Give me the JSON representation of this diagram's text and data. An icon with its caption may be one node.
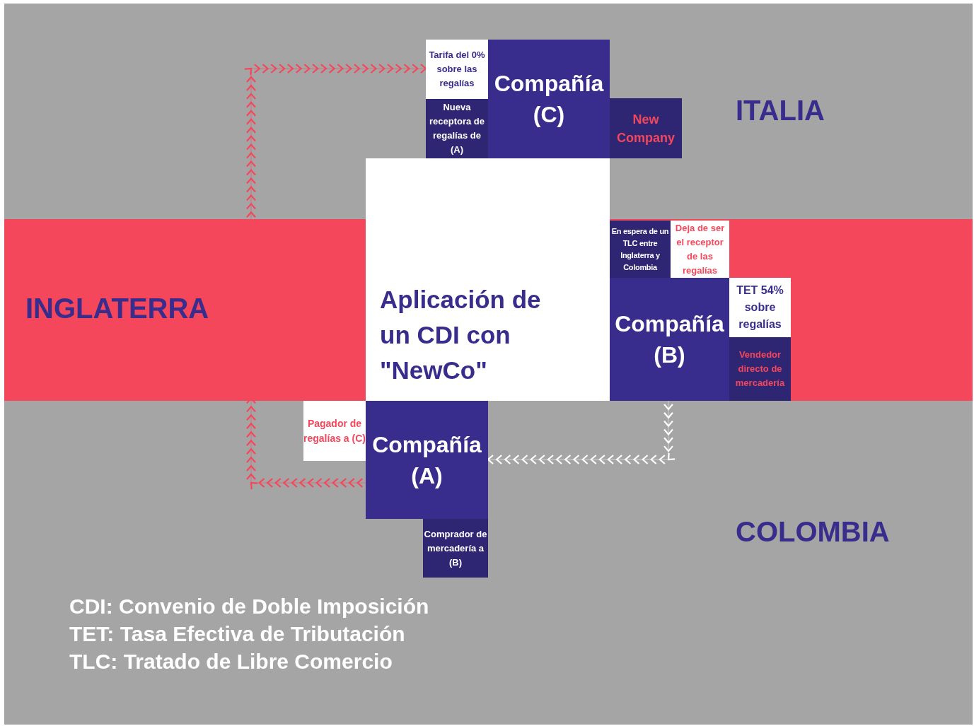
{
  "diagram": {
    "nodes": [
      {
        "text": [
          "INGLATERRA"
        ]
      },
      {
        "text": [
          "Aplicación de un CDI con \"NewCo\""
        ]
      },
      {
        "text": [
          "Compañía (C)"
        ]
      },
      {
        "text": [
          "Tarifa del 0% sobre las regalías"
        ]
      },
      {
        "text": [
          "Nueva receptora de regalías de (A)"
        ]
      },
      {
        "text": [
          "New Company"
        ]
      },
      {
        "text": [
          "En espera de un TLC entre Inglaterra y Colombia"
        ],
        "in": 0
      },
      {
        "text": [
          "Deja de ser el receptor de las regalías"
        ],
        "in": 0
      },
      {
        "text": [
          "Compañía (B)"
        ],
        "in": 0
      },
      {
        "text": [
          "TET 54% sobre regalías"
        ],
        "in": 0
      },
      {
        "text": [
          "Vendedor directo de mercadería"
        ],
        "in": 0
      },
      {
        "text": [
          "Pagador de regalías a (C)"
        ]
      },
      {
        "text": [
          "Compañía (A)"
        ]
      },
      {
        "text": [
          "Comprador de mercadería a (B)"
        ]
      }
    ],
    "edges": [
      {
        "from": 8,
        "to": 12,
        "arrow": "to",
        "color": "#ffffff"
      },
      {
        "from": 12,
        "to": 3,
        "arrow": "to",
        "color": "#f5475b"
      }
    ],
    "labels": [
      "ITALIA",
      "COLOMBIA",
      "CDI: Convenio de Doble Imposición",
      "TET: Tasa Efectiva de Tributación",
      "TLC: Tratado de Libre Comercio"
    ]
  }
}
